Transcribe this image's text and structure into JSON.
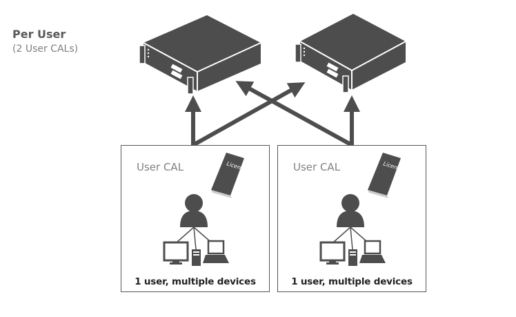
{
  "heading": {
    "title": "Per User",
    "subtitle": "(2 User CALs)"
  },
  "servers": [
    {
      "name": "server-left"
    },
    {
      "name": "server-right"
    }
  ],
  "cal_boxes": [
    {
      "label": "User CAL",
      "book_label": "License",
      "caption": "1 user, multiple devices"
    },
    {
      "label": "User CAL",
      "book_label": "License",
      "caption": "1 user, multiple devices"
    }
  ],
  "colors": {
    "icon_fill": "#4d4d4d",
    "border": "#555555",
    "label_gray": "#808080",
    "caption": "#222222"
  }
}
